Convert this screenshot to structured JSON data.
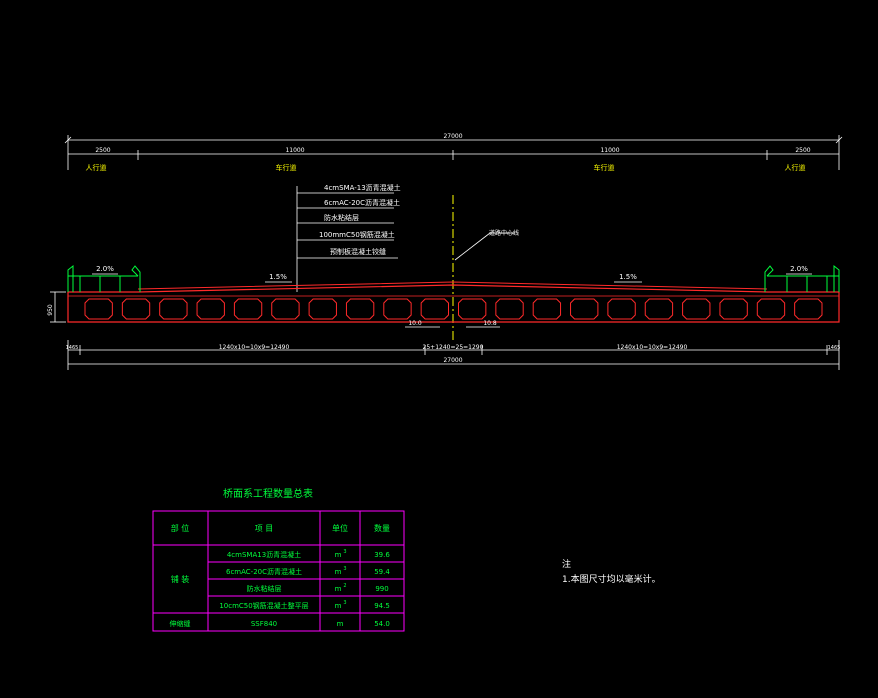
{
  "colors": {
    "background": "#000000",
    "dimension": "#ffffff",
    "deck": "#ff2a2a",
    "rail": "#00ff3c",
    "label": "#ffff00",
    "dash": "#ffff00",
    "table_line": "#ff00ff",
    "table_text": "#00ff3c"
  },
  "top_dims": {
    "overall": "27000",
    "seg_left_walk": "2500",
    "seg_left_road": "11000",
    "seg_right_road": "11000",
    "seg_right_walk": "2500"
  },
  "zones": {
    "left_walk": "人行道",
    "left_road": "车行道",
    "right_road": "车行道",
    "right_walk": "人行道"
  },
  "layers": [
    "4cmSMA-13沥青混凝土",
    "6cmAC-20C沥青混凝土",
    "防水粘结层",
    "100mmC50钢筋混凝土",
    "预制板混凝土铰缝"
  ],
  "centerline_label": "道路中心线",
  "slopes": {
    "left_walk": "2.0%",
    "left_road": "1.5%",
    "right_road": "1.5%",
    "right_walk": "2.0%"
  },
  "height_dim": "950",
  "joint_dims": {
    "left": "10.0",
    "right": "10.8"
  },
  "bottom_dims": {
    "edge_left": "1465",
    "left_span": "1240x10=10x9=12490",
    "center": "25+1240=25=1290",
    "right_span": "1240x10=10x9=12490",
    "edge_right": "1465",
    "overall": "27000"
  },
  "table": {
    "title": "桥面系工程数量总表",
    "headers": [
      "部 位",
      "项       目",
      "单位",
      "数量"
    ],
    "group_label": "铺 装",
    "rows": [
      {
        "item": "4cmSMA13沥青混凝土",
        "unit": "m",
        "sup": "3",
        "qty": "39.6"
      },
      {
        "item": "6cmAC-20C沥青混凝土",
        "unit": "m",
        "sup": "3",
        "qty": "59.4"
      },
      {
        "item": "防水粘结层",
        "unit": "m",
        "sup": "2",
        "qty": "990"
      },
      {
        "item": "10cmC50钢筋混凝土整平层",
        "unit": "m",
        "sup": "3",
        "qty": "94.5"
      }
    ],
    "last_row": {
      "part": "伸缩缝",
      "item": "SSF840",
      "unit": "m",
      "qty": "54.0"
    }
  },
  "notes": {
    "title": "注",
    "line1": "1.本图尺寸均以毫米计。"
  }
}
